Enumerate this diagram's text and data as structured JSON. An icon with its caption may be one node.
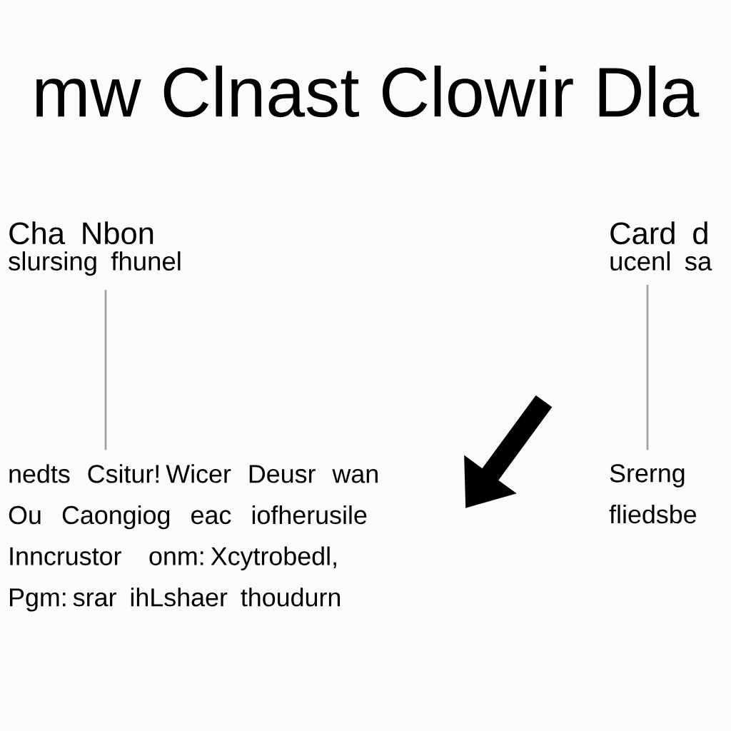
{
  "diagram": {
    "title": "mw Clnast Clowir Dla",
    "nodes": [
      {
        "text": [
          "Cha Nbon",
          "slursing fhunel"
        ]
      },
      {
        "text": [
          "nedts Csitur! Wicer Deusr wan Ou Caongiog eac iofherusile Inncrustor onm: Xcytrobedl, Pgm: srar ihLshaer thoudurn"
        ]
      },
      {
        "text": [
          "Card d",
          "ucenl sa"
        ]
      },
      {
        "text": [
          "Srerng fliedsbe"
        ]
      }
    ],
    "edges": [
      {
        "from": 0,
        "to": 1,
        "arrow": "none"
      },
      {
        "from": 2,
        "to": 3,
        "arrow": "none"
      }
    ]
  }
}
